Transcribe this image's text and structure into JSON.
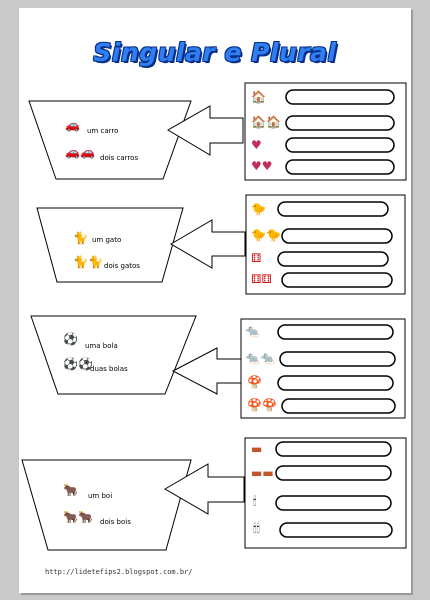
{
  "title": "Singular e Plural",
  "footer_url": "http://lidetefips2.blogspot.com.br/",
  "sections": [
    {
      "singular": "um  carro",
      "plural": "dois carros",
      "singular_icon": "car-icon",
      "plural_icon": "two-cars-icon",
      "pictures": [
        "house-icon",
        "two-houses-icon",
        "heart-icon",
        "two-hearts-icon"
      ]
    },
    {
      "singular": "um  gato",
      "plural": "dois gatos",
      "singular_icon": "cat-icon",
      "plural_icon": "two-cats-icon",
      "pictures": [
        "duck-icon",
        "two-ducks-icon",
        "die-icon",
        "two-dice-icon"
      ]
    },
    {
      "singular": "uma bola",
      "plural": "duas bolas",
      "singular_icon": "soccer-ball-icon",
      "plural_icon": "two-soccer-balls-icon",
      "pictures": [
        "mouse-icon",
        "two-mice-icon",
        "mushroom-icon",
        "two-mushrooms-icon"
      ]
    },
    {
      "singular": "um  boi",
      "plural": "dois bois",
      "singular_icon": "ox-icon",
      "plural_icon": "two-oxen-icon",
      "pictures": [
        "brick-icon",
        "two-bricks-icon",
        "candle-icon",
        "two-candles-icon"
      ]
    }
  ]
}
